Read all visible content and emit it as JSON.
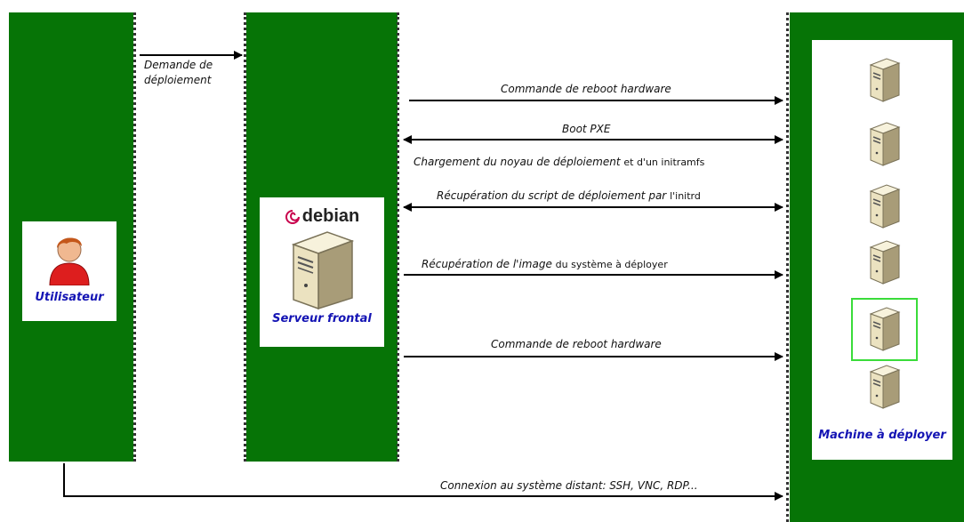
{
  "actors": {
    "user": "Utilisateur",
    "frontend": "Serveur frontal",
    "frontend_logo": "debian",
    "target": "Machine à déployer"
  },
  "messages": {
    "request_line1": "Demande de",
    "request_line2": "déploiement",
    "reboot1": "Commande de reboot hardware",
    "pxe": "Boot PXE",
    "kernel_main": "Chargement du noyau de déploiement",
    "kernel_extra": "et d'un initramfs",
    "script_main": "Récupération du script de déploiement par",
    "script_extra": "l'initrd",
    "image_main": "Récupération de l'image",
    "image_extra": "du système à déployer",
    "reboot2": "Commande de reboot hardware",
    "connect": "Connexion au système distant: SSH, VNC, RDP..."
  },
  "colors": {
    "column_green": "#067406",
    "label_blue": "#1414b4",
    "highlight_green": "#3adc3a"
  },
  "icons": {
    "user": "user-avatar-icon",
    "server": "server-tower-icon",
    "logo": "debian-swirl-icon"
  }
}
